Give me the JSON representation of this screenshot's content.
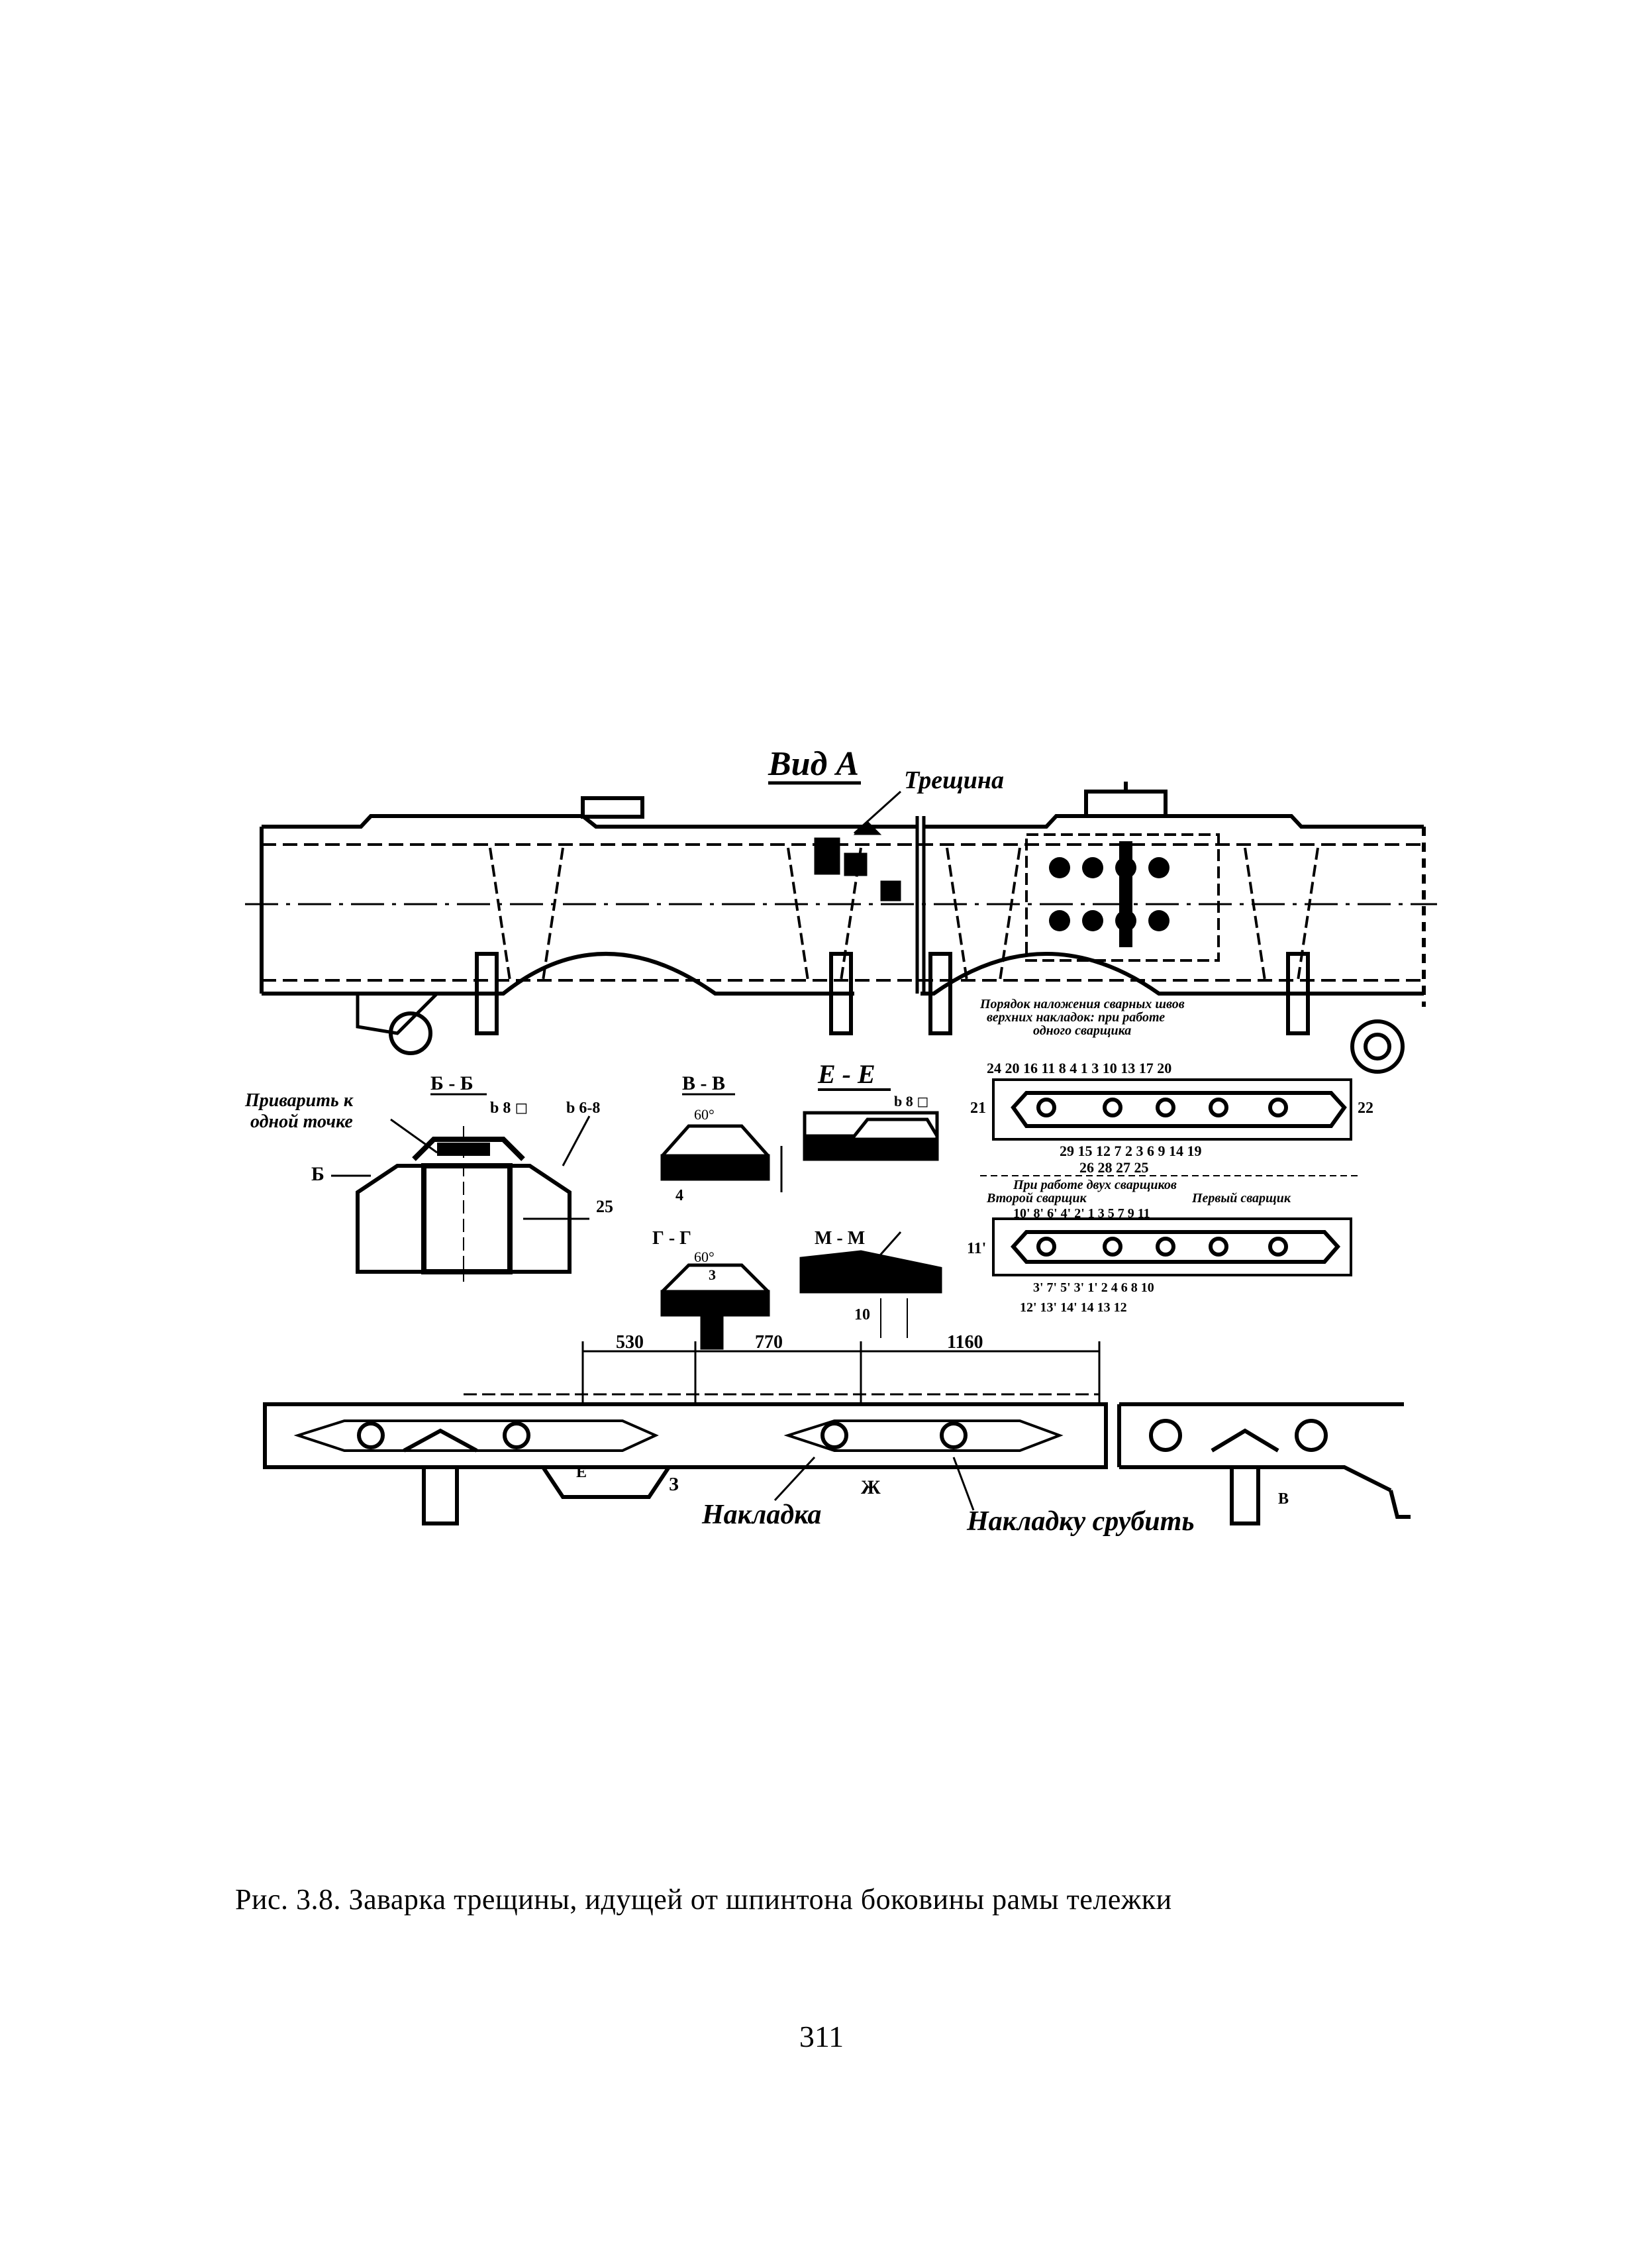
{
  "figure": {
    "view_title": "Вид А",
    "crack_label": "Трещина",
    "section_bb": "Б - Б",
    "section_vv": "В - В",
    "section_ee": "Е - Е",
    "section_gg": "Г - Г",
    "section_mm": "М - М",
    "weld_note": "Приварить к одной точке",
    "letter_b": "Б",
    "dim_25": "25",
    "angle_60": "60°",
    "dim_4": "4",
    "dim_10": "10",
    "dim_3": "3",
    "order_title": "Порядок наложения сварных швов верхних накладок: при работе одного сварщика",
    "two_welders_title": "При работе двух сварщиков",
    "second_welder": "Второй сварщик",
    "first_welder": "Первый сварщик",
    "top_seq_upper": [
      "24",
      "20",
      "16",
      "11",
      "8",
      "4",
      "1",
      "3",
      "10",
      "13",
      "17",
      "20"
    ],
    "top_seq_lower": [
      "29",
      "15",
      "12",
      "7",
      "2",
      "3",
      "6",
      "9",
      "14",
      "19"
    ],
    "top_seq_bottom": [
      "26",
      "28",
      "27",
      "25"
    ],
    "top_side_left": "21",
    "top_side_right": "22",
    "two_seq_upper": [
      "10'",
      "8'",
      "6'",
      "4'",
      "2'",
      "1",
      "3",
      "5",
      "7",
      "9",
      "11"
    ],
    "two_seq_lower": [
      "3'",
      "7'",
      "5'",
      "3'",
      "1'",
      "2",
      "4",
      "6",
      "8",
      "10"
    ],
    "two_seq_bottom": [
      "12'",
      "13'",
      "14'",
      "14",
      "13",
      "12"
    ],
    "two_side_left": "11'",
    "dims": [
      "530",
      "770",
      "1160"
    ],
    "label_overlay": "Накладка",
    "label_cut": "Накладку срубить",
    "letter_zh": "Ж",
    "letter_z": "З",
    "letter_e": "Е",
    "letter_v": "В"
  },
  "caption": "Рис. 3.8. Заварка трещины, идущей от шпинтона боковины рамы тележки",
  "page_number": "311"
}
